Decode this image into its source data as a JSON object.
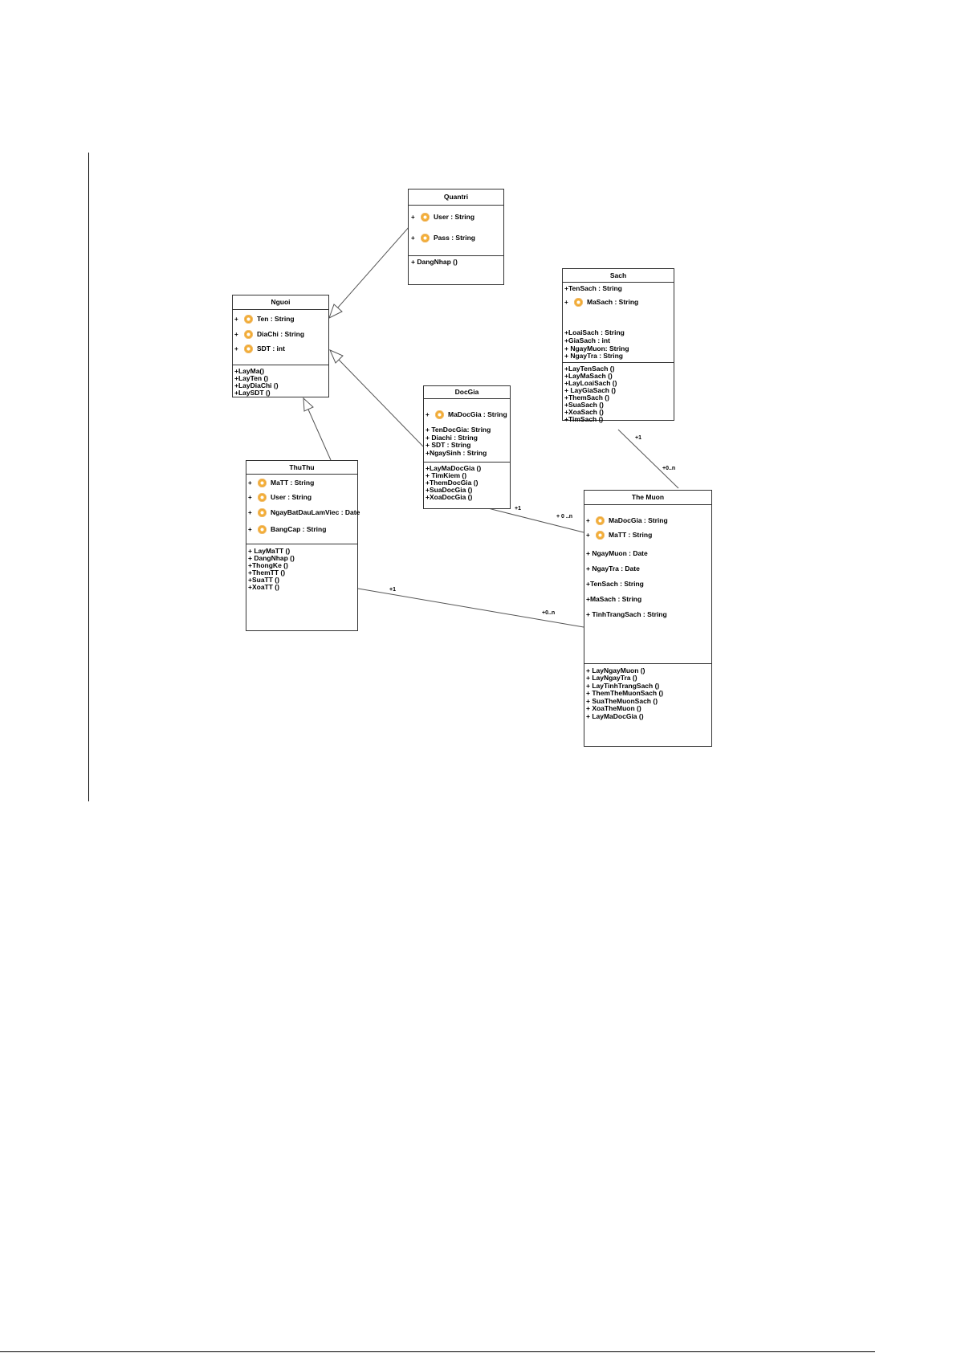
{
  "classes": {
    "quantri": {
      "name": "Quantri",
      "attributes": [
        {
          "vis": "+",
          "text": "User : String"
        },
        {
          "vis": "+",
          "text": "Pass : String"
        }
      ],
      "operations": [
        "+ DangNhap ()"
      ]
    },
    "nguoi": {
      "name": "Nguoi",
      "attributes": [
        {
          "vis": "+",
          "text": "Ten : String"
        },
        {
          "vis": "+",
          "text": "DiaChi : String"
        },
        {
          "vis": "+",
          "text": "SDT : int"
        }
      ],
      "operations": [
        "+LayMa()",
        "+LayTen ()",
        "+LayDiaChi ()",
        "+LaySDT ()"
      ]
    },
    "sach": {
      "name": "Sach",
      "attributes": [
        {
          "vis": "",
          "text": "+TenSach : String"
        },
        {
          "vis": "+",
          "text": "MaSach : String"
        },
        {
          "vis": "",
          "text": "+LoaiSach : String"
        },
        {
          "vis": "",
          "text": "+GiaSach : int"
        },
        {
          "vis": "",
          "text": "+ NgayMuon: String"
        },
        {
          "vis": "",
          "text": "+ NgayTra : String"
        }
      ],
      "operations": [
        "+LayTenSach ()",
        "+LayMaSach ()",
        "+LayLoaiSach ()",
        "+ LayGiaSach ()",
        "+ThemSach ()",
        "+SuaSach ()",
        "+XoaSach ()",
        "+TimSach ()"
      ]
    },
    "docgia": {
      "name": "DocGia",
      "attributes": [
        {
          "vis": "+",
          "text": "MaDocGia : String"
        },
        {
          "vis": "",
          "text": "+ TenDocGia: String"
        },
        {
          "vis": "",
          "text": "+ Diachi : String"
        },
        {
          "vis": "",
          "text": "+ SDT : String"
        },
        {
          "vis": "",
          "text": "+NgaySinh : String"
        }
      ],
      "operations": [
        "+LayMaDocGia ()",
        "+ TimKiem ()",
        "+ThemDocGia ()",
        "+SuaDocGia ()",
        "+XoaDocGia ()"
      ]
    },
    "thuthu": {
      "name": "ThuThu",
      "attributes": [
        {
          "vis": "+",
          "text": "MaTT : String"
        },
        {
          "vis": "+",
          "text": "User : String"
        },
        {
          "vis": "+",
          "text": "NgayBatDauLamViec : Date"
        },
        {
          "vis": "+",
          "text": "BangCap : String"
        }
      ],
      "operations": [
        "+ LayMaTT ()",
        "+ DangNhap ()",
        "+ThongKe ()",
        "+ThemTT ()",
        "+SuaTT ()",
        "+XoaTT ()"
      ]
    },
    "themuon": {
      "name": "The Muon",
      "attributes": [
        {
          "vis": "+",
          "text": "MaDocGia : String"
        },
        {
          "vis": "+",
          "text": "MaTT : String"
        },
        {
          "vis": "",
          "text": "+ NgayMuon : Date"
        },
        {
          "vis": "",
          "text": "+ NgayTra : Date"
        },
        {
          "vis": "",
          "text": "+TenSach : String"
        },
        {
          "vis": "",
          "text": "+MaSach : String"
        },
        {
          "vis": "",
          "text": "+ TinhTrangSach : String"
        }
      ],
      "operations": [
        "+ LayNgayMuon ()",
        "+ LayNgayTra ()",
        "+ LayTinhTrangSach ()",
        "+ ThemTheMuonSach ()",
        "+ SuaTheMuonSach ()",
        "+ XoaTheMuon ()",
        "+ LayMaDocGia ()"
      ]
    }
  },
  "multiplicities": {
    "sach_end": "+1",
    "themuon_sach_end": "+0..n",
    "docgia_end": "+1",
    "themuon_docgia_end": "+ 0 ..n",
    "thuthu_end": "+1",
    "themuon_thuthu_end": "+0..n"
  }
}
